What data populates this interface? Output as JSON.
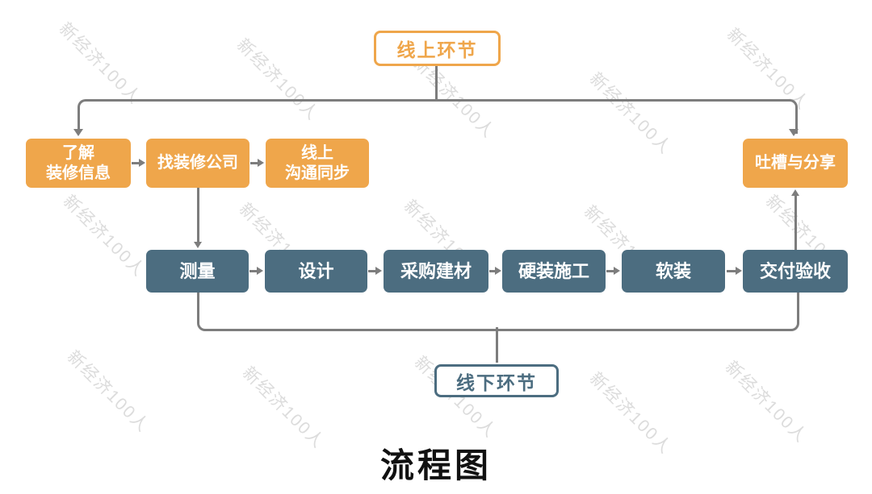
{
  "diagram": {
    "title": "流程图",
    "watermark": "新经济100人",
    "colors": {
      "orange": "#EFA64B",
      "slate": "#4C6D80",
      "line": "#7D7D7D",
      "watermark_gray": "#DCDCDC"
    },
    "online_label": "线上环节",
    "offline_label": "线下环节",
    "online_steps": [
      {
        "label": "了解\n装修信息"
      },
      {
        "label": "找装修公司"
      },
      {
        "label": "线上\n沟通同步"
      },
      {
        "label": "吐槽与分享"
      }
    ],
    "offline_steps": [
      "测量",
      "设计",
      "采购建材",
      "硬装施工",
      "软装",
      "交付验收"
    ]
  }
}
